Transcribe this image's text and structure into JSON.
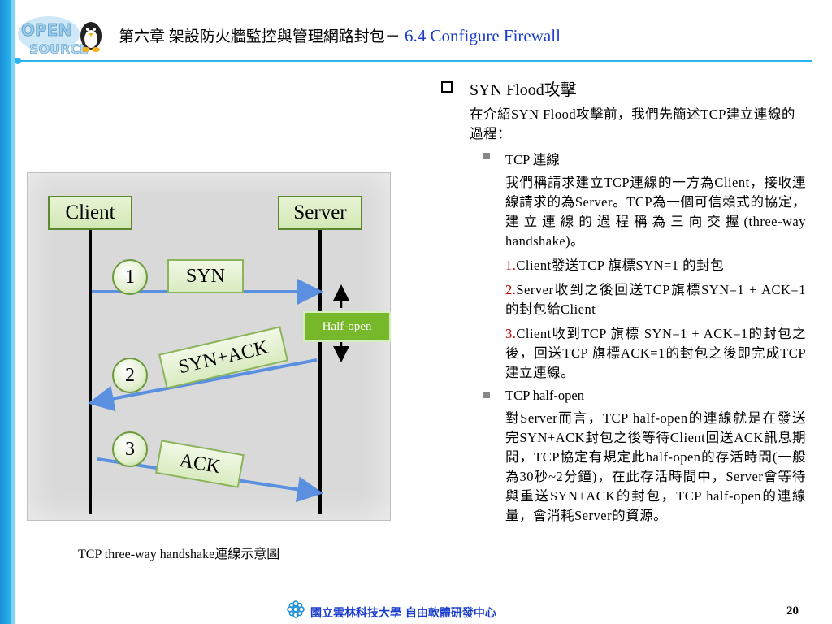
{
  "header": {
    "title_zh": "第六章 架設防火牆監控與管理網路封包－",
    "title_en": "6.4 Configure Firewall"
  },
  "diagram": {
    "client_label": "Client",
    "server_label": "Server",
    "steps": [
      {
        "num": "1",
        "label": "SYN"
      },
      {
        "num": "2",
        "label": "SYN+ACK"
      },
      {
        "num": "3",
        "label": "ACK"
      }
    ],
    "half_open_label": "Half-open",
    "caption": "TCP three-way handshake連線示意圖"
  },
  "content": {
    "heading": "SYN Flood攻擊",
    "intro": "在介紹SYN Flood攻擊前，我們先簡述TCP建立連線的過程：",
    "tcp_conn": {
      "title": "TCP 連線",
      "desc": "我們稱請求建立TCP連線的一方為Client，接收連線請求的為Server。TCP為一個可信賴式的協定，建立連線的過程稱為三向交握(three-way handshake)。",
      "steps": [
        {
          "num": "1.",
          "text": "Client發送TCP 旗標SYN=1 的封包"
        },
        {
          "num": "2.",
          "text": "Server收到之後回送TCP旗標SYN=1 + ACK=1的封包給Client"
        },
        {
          "num": "3.",
          "text": "Client收到TCP 旗標 SYN=1 + ACK=1的封包之後，回送TCP 旗標ACK=1的封包之後即完成TCP建立連線。"
        }
      ]
    },
    "half_open": {
      "title": "TCP half-open",
      "desc": "對Server而言，TCP half-open的連線就是在發送完SYN+ACK封包之後等待Client回送ACK訊息期間，TCP協定有規定此half-open的存活時間(一般為30秒~2分鐘)，在此存活時間中，Server會等待與重送SYN+ACK的封包，TCP half-open的連線量，會消耗Server的資源。"
    }
  },
  "footer": {
    "org": "國立雲林科技大學 自由軟體研發中心",
    "page": "20"
  }
}
